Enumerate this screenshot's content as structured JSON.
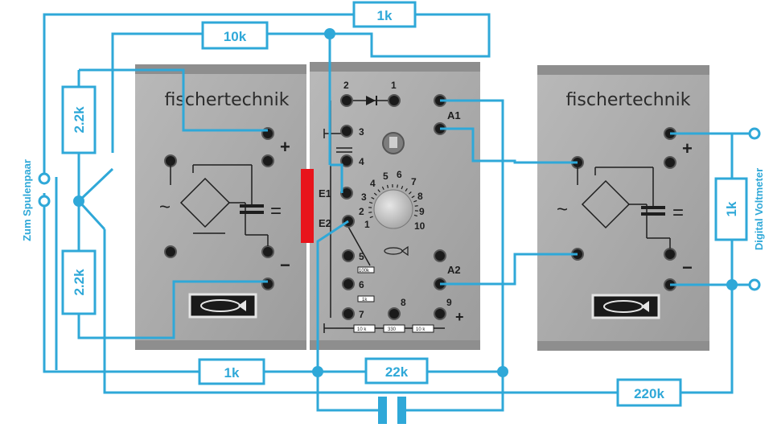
{
  "modules": {
    "left": {
      "brand": "fischertechnik"
    },
    "middle": {
      "pin_labels": [
        "1",
        "2",
        "3",
        "4",
        "E1",
        "E2",
        "5",
        "6",
        "7",
        "8",
        "9",
        "A1",
        "A2"
      ],
      "dial_marks": [
        "1",
        "2",
        "3",
        "4",
        "5",
        "6",
        "7",
        "8",
        "9",
        "10"
      ],
      "resistor_values": [
        "100k",
        "1k",
        "10 k",
        "330",
        "10 k"
      ],
      "plus": "+"
    },
    "right": {
      "brand": "fischertechnik"
    },
    "signs": {
      "plus": "+",
      "minus": "−",
      "equals": "=",
      "ac": "~"
    }
  },
  "resistors": {
    "r_top_1k": "1k",
    "r_top_10k": "10k",
    "r_left_upper": "2.2k",
    "r_left_lower": "2.2k",
    "r_bottom_1k": "1k",
    "r_bottom_22k": "22k",
    "r_bottom_220k": "220k",
    "r_right_1k": "1k"
  },
  "labels": {
    "coil_pair": "Zum Spulenpaar",
    "voltmeter": "Digital Voltmeter"
  },
  "colors": {
    "wire": "#2fa8d8",
    "module_bg": "#a9a9a9",
    "red_marker": "#e8141b"
  }
}
